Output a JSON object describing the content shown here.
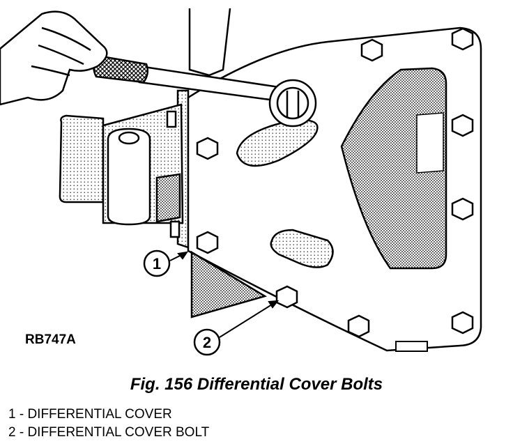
{
  "figure": {
    "reference_code": "RB747A",
    "caption": "Fig. 156 Differential Cover Bolts",
    "callouts": [
      {
        "number": "1",
        "label": "DIFFERENTIAL COVER"
      },
      {
        "number": "2",
        "label": "DIFFERENTIAL COVER BOLT"
      }
    ],
    "legend": [
      "1 - DIFFERENTIAL COVER",
      "2 - DIFFERENTIAL COVER BOLT"
    ]
  }
}
